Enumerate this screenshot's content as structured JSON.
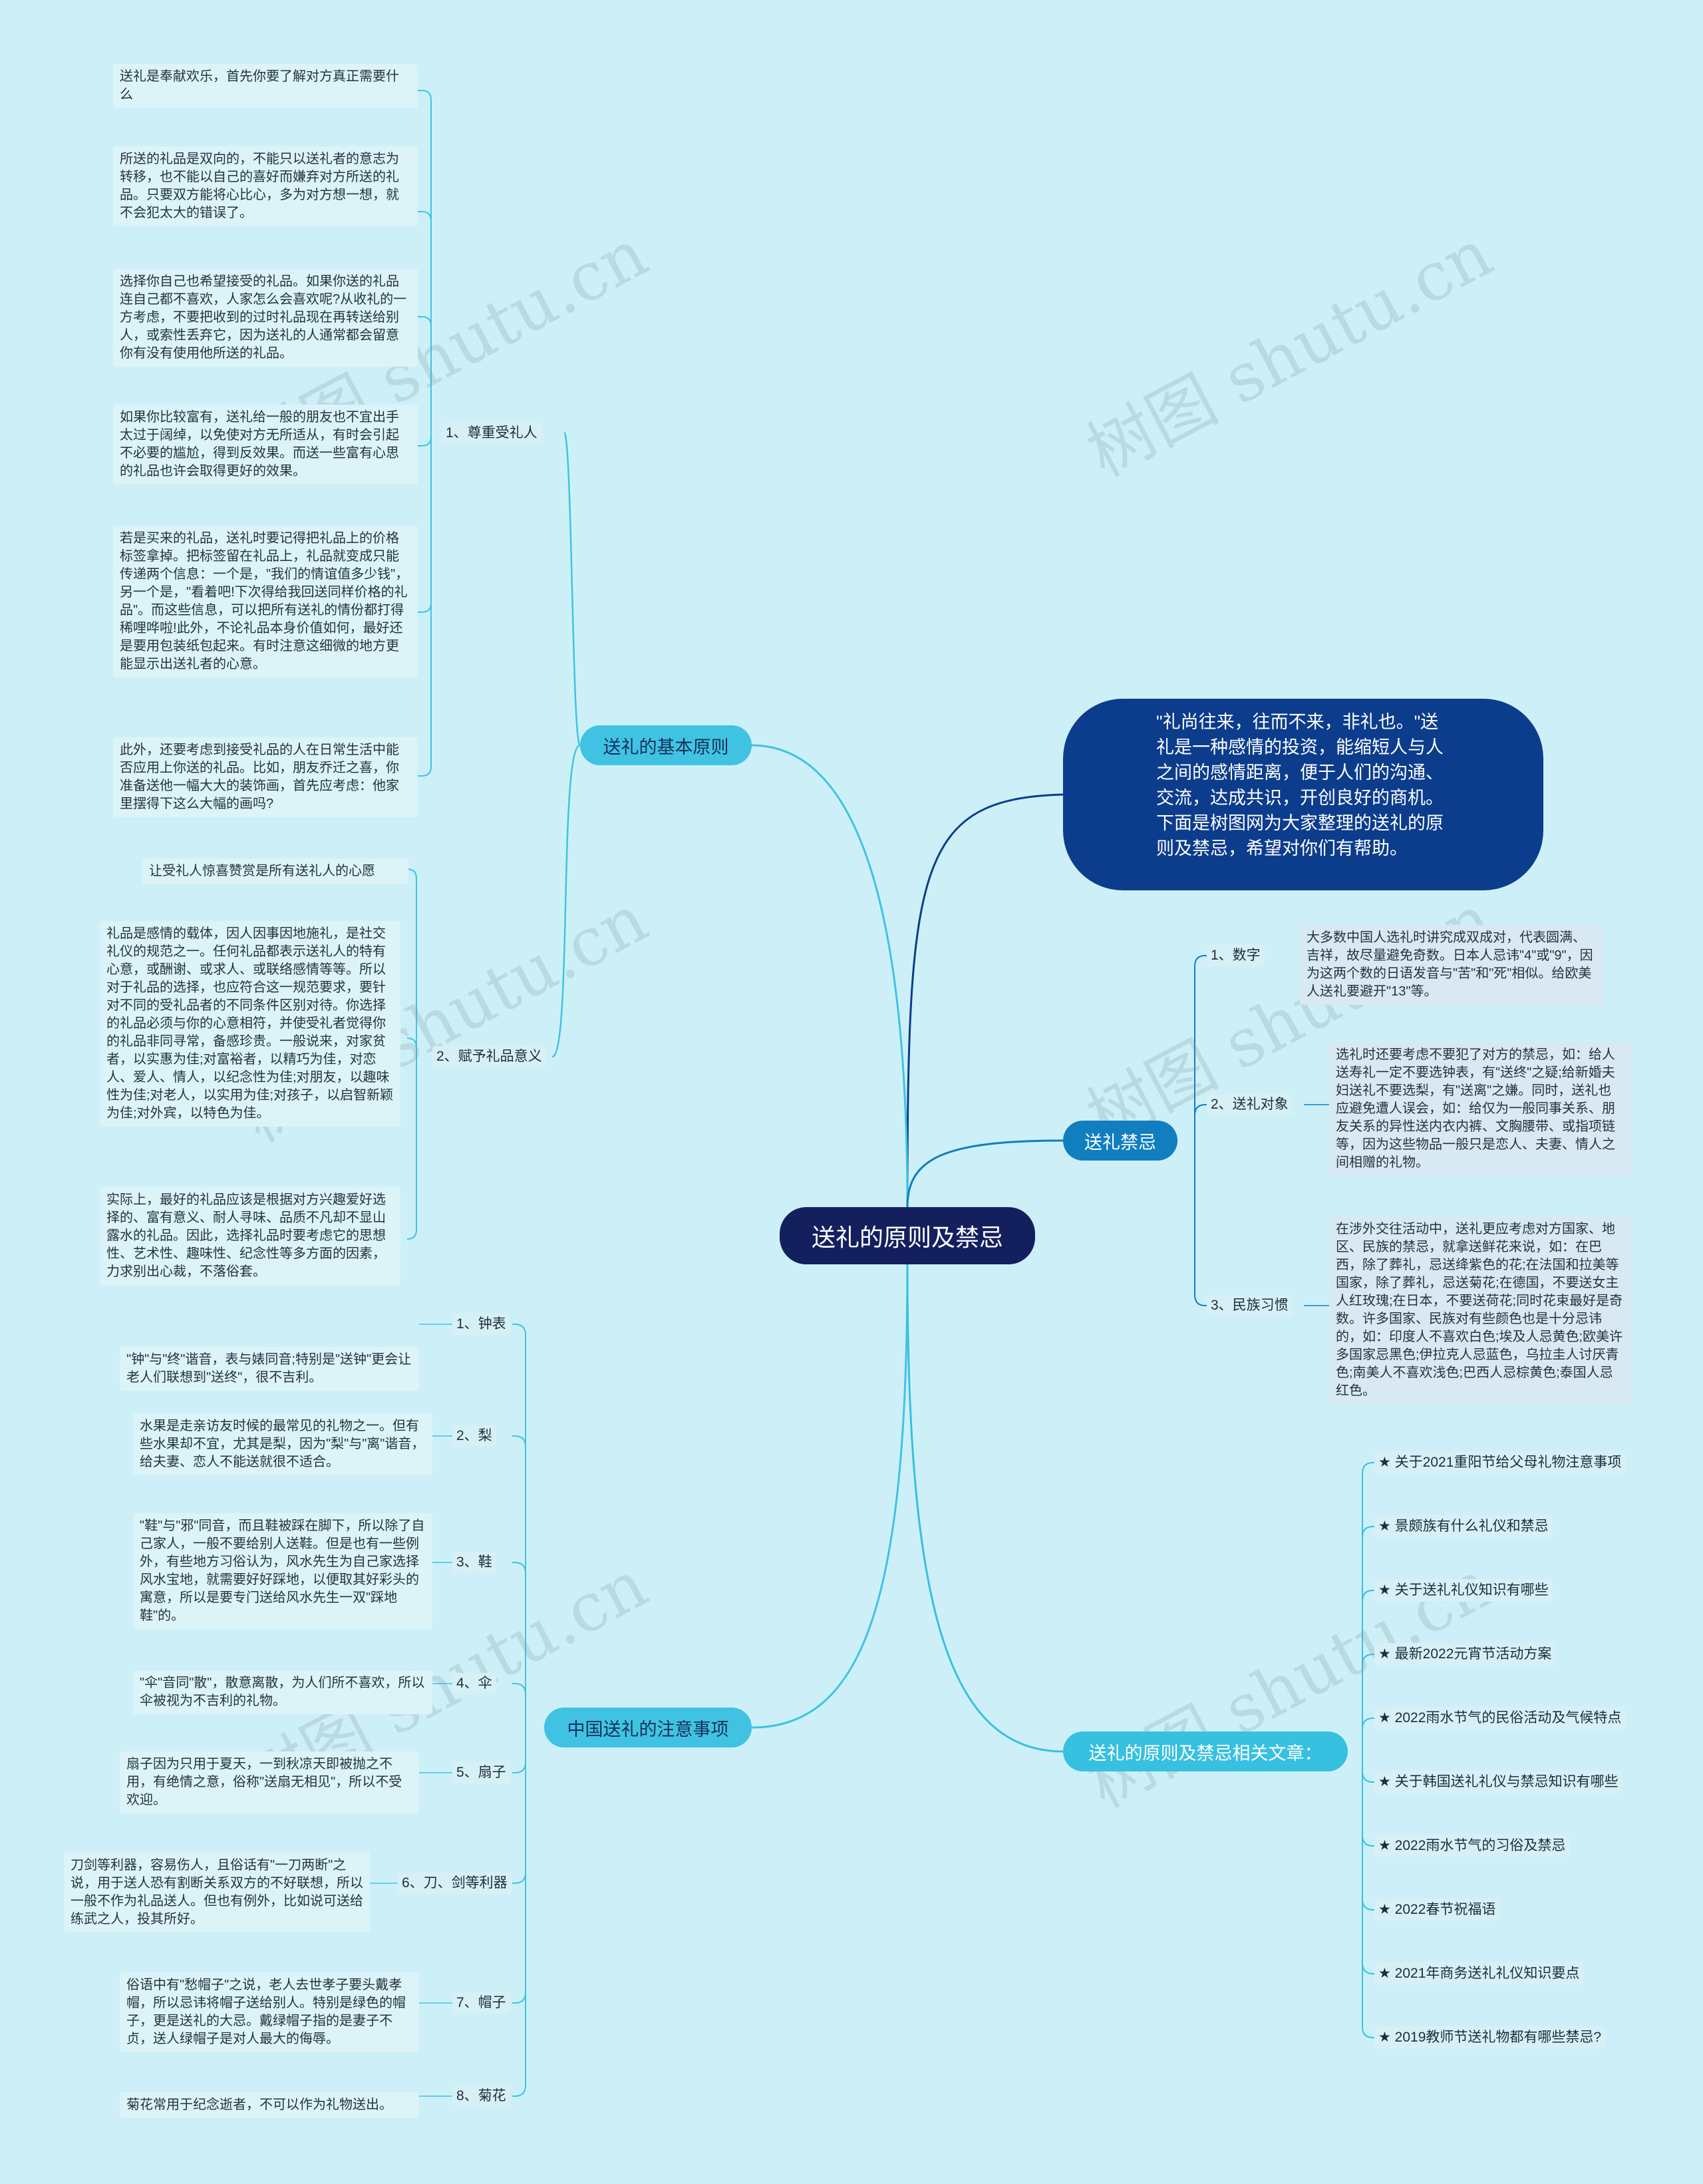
{
  "root": "送礼的原则及禁忌",
  "intro": "\"礼尚往来，往而不来，非礼也。\"送礼是一种感情的投资，能缩短人与人之间的感情距离，便于人们的沟通、交流，达成共识，开创良好的商机。下面是树图网为大家整理的送礼的原则及禁忌，希望对你们有帮助。",
  "watermark": "树图 shutu.cn",
  "basic": {
    "label": "送礼的基本原则",
    "sub1": {
      "label": "1、尊重受礼人",
      "leaves": [
        "送礼是奉献欢乐，首先你要了解对方真正需要什么",
        "所送的礼品是双向的，不能只以送礼者的意志为转移，也不能以自己的喜好而嫌弃对方所送的礼品。只要双方能将心比心，多为对方想一想，就不会犯太大的错误了。",
        "选择你自己也希望接受的礼品。如果你送的礼品连自己都不喜欢，人家怎么会喜欢呢?从收礼的一方考虑，不要把收到的过时礼品现在再转送给别人，或索性丢弃它，因为送礼的人通常都会留意你有没有使用他所送的礼品。",
        "如果你比较富有，送礼给一般的朋友也不宜出手太过于阔绰，以免使对方无所适从，有时会引起不必要的尴尬，得到反效果。而送一些富有心思的礼品也许会取得更好的效果。",
        "若是买来的礼品，送礼时要记得把礼品上的价格标签拿掉。把标签留在礼品上，礼品就变成只能传递两个信息：一个是，\"我们的情谊值多少钱\"，另一个是，\"看着吧!下次得给我回送同样价格的礼品\"。而这些信息，可以把所有送礼的情份都打得稀哩哗啦!此外，不论礼品本身价值如何，最好还是要用包装纸包起来。有时注意这细微的地方更能显示出送礼者的心意。",
        "此外，还要考虑到接受礼品的人在日常生活中能否应用上你送的礼品。比如，朋友乔迁之喜，你准备送他一幅大大的装饰画，首先应考虑：他家里摆得下这么大幅的画吗?"
      ]
    },
    "sub2": {
      "label": "2、赋予礼品意义",
      "leaves": [
        "让受礼人惊喜赞赏是所有送礼人的心愿",
        "礼品是感情的载体，因人因事因地施礼，是社交礼仪的规范之一。任何礼品都表示送礼人的特有心意，或酬谢、或求人、或联络感情等等。所以对于礼品的选择，也应符合这一规范要求，要针对不同的受礼品者的不同条件区别对待。你选择的礼品必须与你的心意相符，并使受礼者觉得你的礼品非同寻常，备感珍贵。一般说来，对家贫者，以实惠为佳;对富裕者，以精巧为佳，对恋人、爱人、情人，以纪念性为佳;对朋友，以趣味性为佳;对老人，以实用为佳;对孩子，以启智新颖为佳;对外宾，以特色为佳。",
        "实际上，最好的礼品应该是根据对方兴趣爱好选择的、富有意义、耐人寻味、品质不凡却不显山露水的礼品。因此，选择礼品时要考虑它的思想性、艺术性、趣味性、纪念性等多方面的因素，力求别出心裁，不落俗套。"
      ]
    }
  },
  "china": {
    "label": "中国送礼的注意事项",
    "items": [
      {
        "label": "1、钟表",
        "text": "\"钟\"与\"终\"谐音，表与婊同音;特别是\"送钟\"更会让老人们联想到\"送终\"，很不吉利。"
      },
      {
        "label": "2、梨",
        "text": "水果是走亲访友时候的最常见的礼物之一。但有些水果却不宜，尤其是梨，因为\"梨\"与\"离\"谐音，给夫妻、恋人不能送就很不适合。"
      },
      {
        "label": "3、鞋",
        "text": "\"鞋\"与\"邪\"同音，而且鞋被踩在脚下，所以除了自己家人，一般不要给别人送鞋。但是也有一些例外，有些地方习俗认为，风水先生为自己家选择风水宝地，就需要好好踩地，以便取其好彩头的寓意，所以是要专门送给风水先生一双\"踩地鞋\"的。"
      },
      {
        "label": "4、伞",
        "text": "\"伞\"音同\"散\"，散意离散，为人们所不喜欢，所以伞被视为不吉利的礼物。"
      },
      {
        "label": "5、扇子",
        "text": "扇子因为只用于夏天，一到秋凉天即被抛之不用，有绝情之意，俗称\"送扇无相见\"，所以不受欢迎。"
      },
      {
        "label": "6、刀、剑等利器",
        "text": "刀剑等利器，容易伤人，且俗话有\"一刀两断\"之说，用于送人恐有割断关系双方的不好联想，所以一般不作为礼品送人。但也有例外，比如说可送给练武之人，投其所好。"
      },
      {
        "label": "7、帽子",
        "text": "俗语中有\"愁帽子\"之说，老人去世孝子要头戴孝帽，所以忌讳将帽子送给别人。特别是绿色的帽子，更是送礼的大忌。戴绿帽子指的是妻子不贞，送人绿帽子是对人最大的侮辱。"
      },
      {
        "label": "8、菊花",
        "text": "菊花常用于纪念逝者，不可以作为礼物送出。"
      }
    ]
  },
  "taboo": {
    "label": "送礼禁忌",
    "items": [
      {
        "label": "1、数字",
        "text": "大多数中国人选礼时讲究成双成对，代表圆满、吉祥，故尽量避免奇数。日本人忌讳\"4\"或\"9\"，因为这两个数的日语发音与\"苦\"和\"死\"相似。给欧美人送礼要避开\"13\"等。"
      },
      {
        "label": "2、送礼对象",
        "text": "选礼时还要考虑不要犯了对方的禁忌，如：给人送寿礼一定不要选钟表，有\"送终\"之疑;给新婚夫妇送礼不要选梨，有\"送离\"之嫌。同时，送礼也应避免遭人误会，如：给仅为一般同事关系、朋友关系的异性送内衣内裤、文胸腰带、或指项链等，因为这些物品一般只是恋人、夫妻、情人之间相赠的礼物。"
      },
      {
        "label": "3、民族习惯",
        "text": "在涉外交往活动中，送礼更应考虑对方国家、地区、民族的禁忌，就拿送鲜花来说，如：在巴西，除了葬礼，忌送绛紫色的花;在法国和拉美等国家，除了葬礼，忌送菊花;在德国，不要送女主人红玫瑰;在日本，不要送荷花;同时花束最好是奇数。许多国家、民族对有些颜色也是十分忌讳的，如：印度人不喜欢白色;埃及人忌黄色;欧美许多国家忌黑色;伊拉克人忌蓝色，乌拉圭人讨厌青色;南美人不喜欢浅色;巴西人忌棕黄色;泰国人忌红色。"
      }
    ]
  },
  "related": {
    "label": "送礼的原则及禁忌相关文章：",
    "items": [
      "★ 关于2021重阳节给父母礼物注意事项",
      "★ 景颇族有什么礼仪和禁忌",
      "★ 关于送礼礼仪知识有哪些",
      "★ 最新2022元宵节活动方案",
      "★ 2022雨水节气的民俗活动及气候特点",
      "★ 关于韩国送礼礼仪与禁忌知识有哪些",
      "★ 2022雨水节气的习俗及禁忌",
      "★ 2022春节祝福语",
      "★ 2021年商务送礼礼仪知识要点",
      "★ 2019教师节送礼物都有哪些禁忌?"
    ]
  }
}
